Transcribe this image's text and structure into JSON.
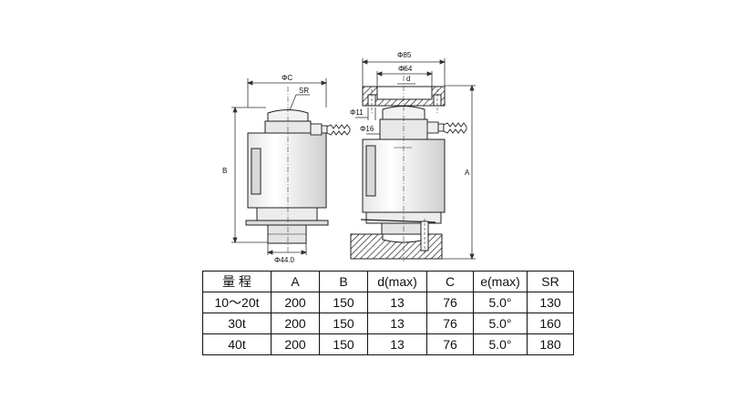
{
  "diagram": {
    "left_view": {
      "labels": {
        "diameter_c": "ΦC",
        "sphere_radius": "SR",
        "height_b": "B",
        "base_diameter": "Φ44.0"
      }
    },
    "right_view": {
      "labels": {
        "outer_diameter": "Φ85",
        "inner_diameter": "Φ64",
        "gap_d": "d",
        "hole_11": "Φ11",
        "hole_16": "Φ16",
        "height_a": "A"
      }
    }
  },
  "table": {
    "headers": [
      "量 程",
      "A",
      "B",
      "d(max)",
      "C",
      "e(max)",
      "SR"
    ],
    "rows": [
      [
        "10～20t",
        "200",
        "150",
        "13",
        "76",
        "5.0°",
        "130"
      ],
      [
        "30t",
        "200",
        "150",
        "13",
        "76",
        "5.0°",
        "160"
      ],
      [
        "40t",
        "200",
        "150",
        "13",
        "76",
        "5.0°",
        "180"
      ]
    ]
  }
}
